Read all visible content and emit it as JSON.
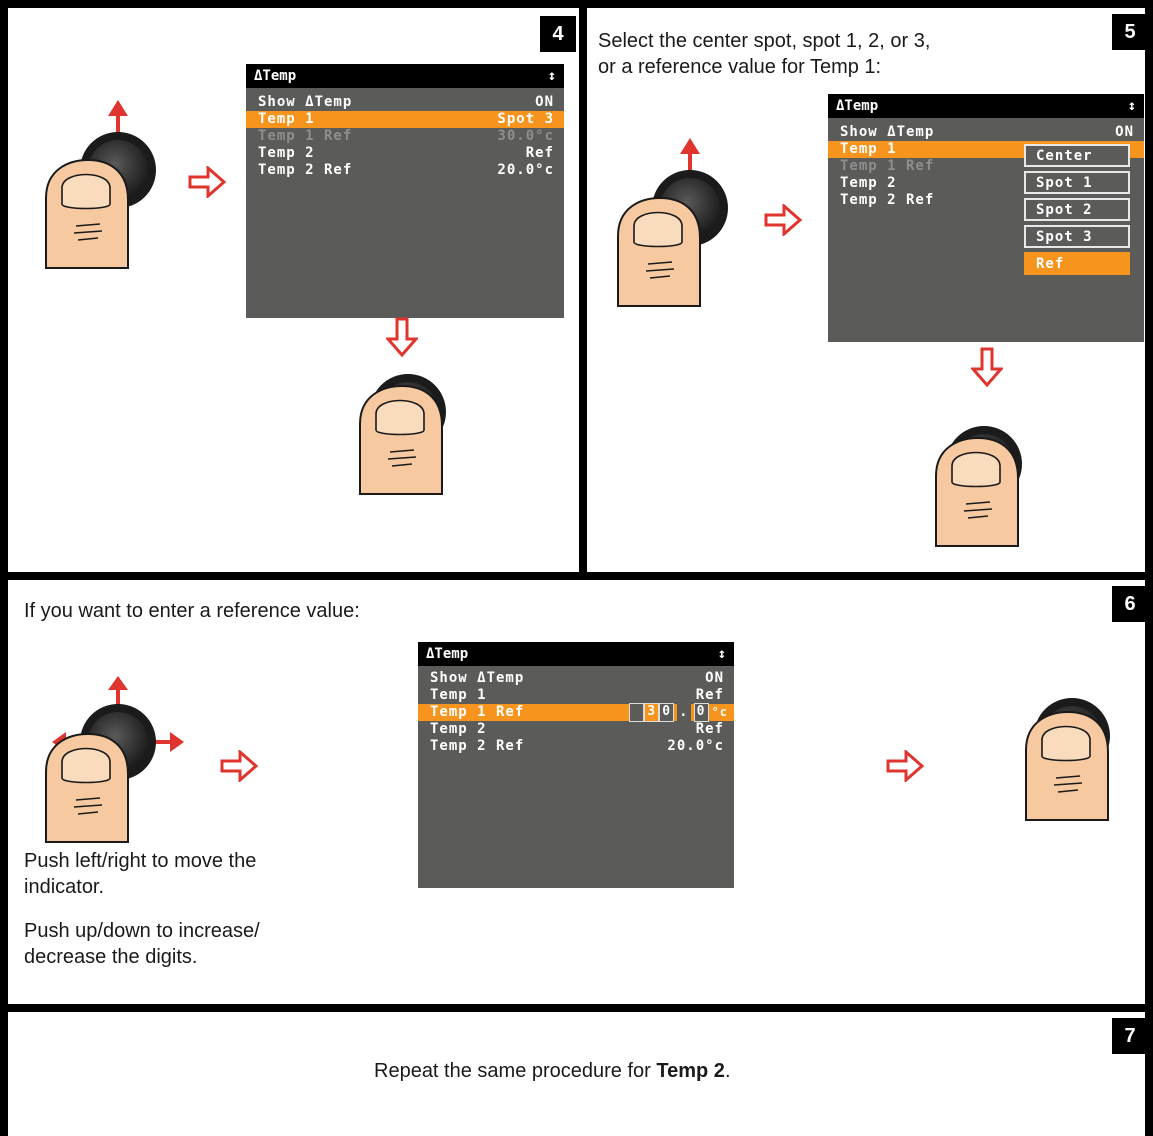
{
  "steps": [
    {
      "number": "4"
    },
    {
      "number": "5",
      "caption_line1": "Select the center spot, spot 1, 2, or 3,",
      "caption_line2": "or a reference value for Temp 1:"
    },
    {
      "number": "6",
      "caption": "If you want to enter a reference value:",
      "note1_line1": "Push left/right to move the",
      "note1_line2": "indicator.",
      "note2_line1": "Push up/down to increase/",
      "note2_line2": "decrease the digits."
    },
    {
      "number": "7",
      "caption_prefix": "Repeat the same procedure for ",
      "caption_bold": "Temp 2",
      "caption_suffix": "."
    }
  ],
  "screens": {
    "title": "ΔTemp",
    "scroll_icon": "↕",
    "step4": {
      "rows": [
        {
          "label": "Show ΔTemp",
          "value": "ON"
        },
        {
          "label": "Temp 1",
          "value": "Spot 3"
        },
        {
          "label": "Temp 1 Ref",
          "value": "30.0°c"
        },
        {
          "label": "Temp 2",
          "value": "Ref"
        },
        {
          "label": "Temp 2 Ref",
          "value": "20.0°c"
        }
      ]
    },
    "step5": {
      "rows": [
        {
          "label": "Show ΔTemp",
          "value": "ON"
        },
        {
          "label": "Temp 1",
          "value": ""
        },
        {
          "label": "Temp 1 Ref",
          "value": ""
        },
        {
          "label": "Temp 2",
          "value": ""
        },
        {
          "label": "Temp 2 Ref",
          "value": ""
        }
      ],
      "options": [
        "Center",
        "Spot 1",
        "Spot 2",
        "Spot 3",
        "Ref"
      ],
      "selected_option": "Ref"
    },
    "step6": {
      "rows": [
        {
          "label": "Show ΔTemp",
          "value": "ON"
        },
        {
          "label": "Temp 1",
          "value": "Ref"
        },
        {
          "label": "Temp 1 Ref",
          "value": ""
        },
        {
          "label": "Temp 2",
          "value": "Ref"
        },
        {
          "label": "Temp 2 Ref",
          "value": "20.0°c"
        }
      ],
      "digit_active": "3",
      "digit_next": "0",
      "decimal_point": ".",
      "digit_decimal": "0",
      "unit": "°c"
    }
  },
  "colors": {
    "accent": "#f7941d",
    "screen_bg": "#5b5b59",
    "arrow_red": "#e0342f",
    "skin": "#f6c9a0",
    "knob": "#3a3a3a"
  }
}
